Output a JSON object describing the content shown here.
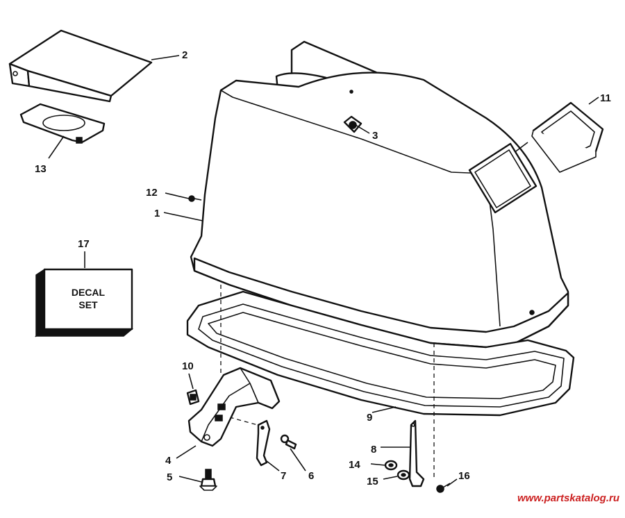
{
  "callouts": {
    "c1": "1",
    "c2": "2",
    "c3": "3",
    "c4": "4",
    "c5": "5",
    "c6": "6",
    "c7": "7",
    "c8": "8",
    "c9": "9",
    "c10": "10",
    "c11": "11",
    "c12": "12",
    "c13": "13",
    "c14": "14",
    "c15": "15",
    "c16": "16",
    "c17": "17"
  },
  "decal": {
    "line1": "DECAL",
    "line2": "SET"
  },
  "watermark": {
    "text": "www.partskatalog.ru",
    "color": "#cc2222"
  }
}
